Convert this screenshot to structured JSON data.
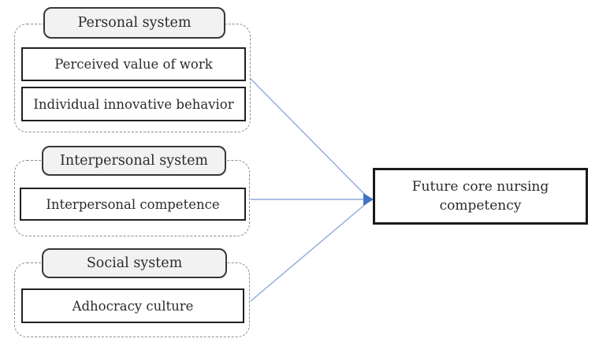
{
  "diagram": {
    "groups": [
      {
        "id": "personal-system",
        "header": "Personal system",
        "items": [
          "Perceived value of work",
          "Individual innovative behavior"
        ]
      },
      {
        "id": "interpersonal-system",
        "header": "Interpersonal system",
        "items": [
          "Interpersonal competence"
        ]
      },
      {
        "id": "social-system",
        "header": "Social system",
        "items": [
          "Adhocracy culture"
        ]
      }
    ],
    "outcome": {
      "label": "Future core nursing competency"
    },
    "connections": [
      {
        "from": "personal-system",
        "to": "outcome"
      },
      {
        "from": "interpersonal-system",
        "to": "outcome"
      },
      {
        "from": "social-system",
        "to": "outcome"
      }
    ],
    "colors": {
      "line": "#8faadc",
      "arrowhead": "#4472c4",
      "box_border": "#212121",
      "header_fill": "#f2f2f2",
      "dashed_border": "#8c8c8c",
      "text": "#2b2b2b",
      "background": "#ffffff"
    }
  }
}
